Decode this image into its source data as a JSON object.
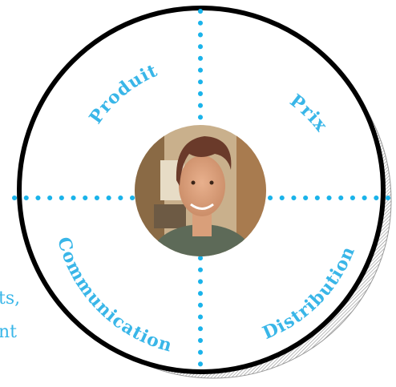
{
  "diagram": {
    "quadrants": {
      "top_left": "Produit",
      "top_right": "Prix",
      "bottom_left": "Communication",
      "bottom_right": "Distribution"
    },
    "colors": {
      "ring": "#000000",
      "dots": "#1ab3ea",
      "labels": "#39b6e8",
      "shadow": "#9a9a9a",
      "background": "#ffffff"
    }
  },
  "partial_text": {
    "line1": "ts,",
    "line2": "nt"
  }
}
